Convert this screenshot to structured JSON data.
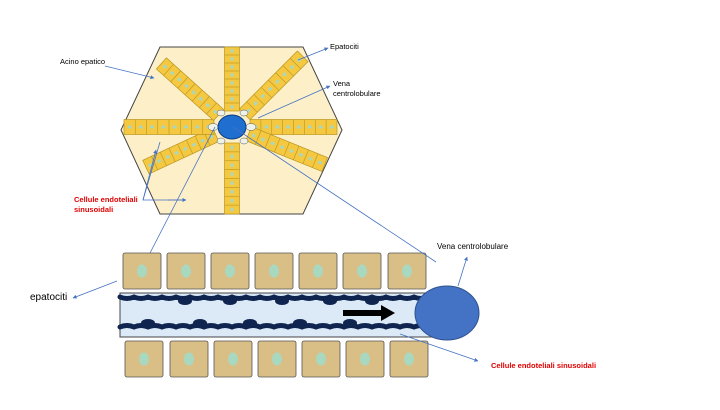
{
  "labels": {
    "acino": "Acino epatico",
    "epatociti_top": "Epatociti",
    "vena_top_line1": "Vena",
    "vena_top_line2": "centrolobulare",
    "endo_top_line1": "Cellule endoteliali",
    "endo_top_line2": "sinusoidali",
    "vena_bottom": "Vena centrolobulare",
    "epatociti_bottom": "epatociti",
    "endo_bottom": "Cellule endoteliali sinusoidali"
  },
  "colors": {
    "lobule_fill": "#fdf0c8",
    "cord_fill": "#f5c842",
    "cell_line": "#b8941e",
    "nucleus": "#a8d8c0",
    "central_vein": "#1f6fd1",
    "vein_bottom": "#4472c4",
    "sinusoid": "#dce9f7",
    "endothelium": "#0f2550",
    "hepatocyte_box": "#d9bf86",
    "arrow_line": "#4472c4",
    "red_text": "#e00000"
  }
}
